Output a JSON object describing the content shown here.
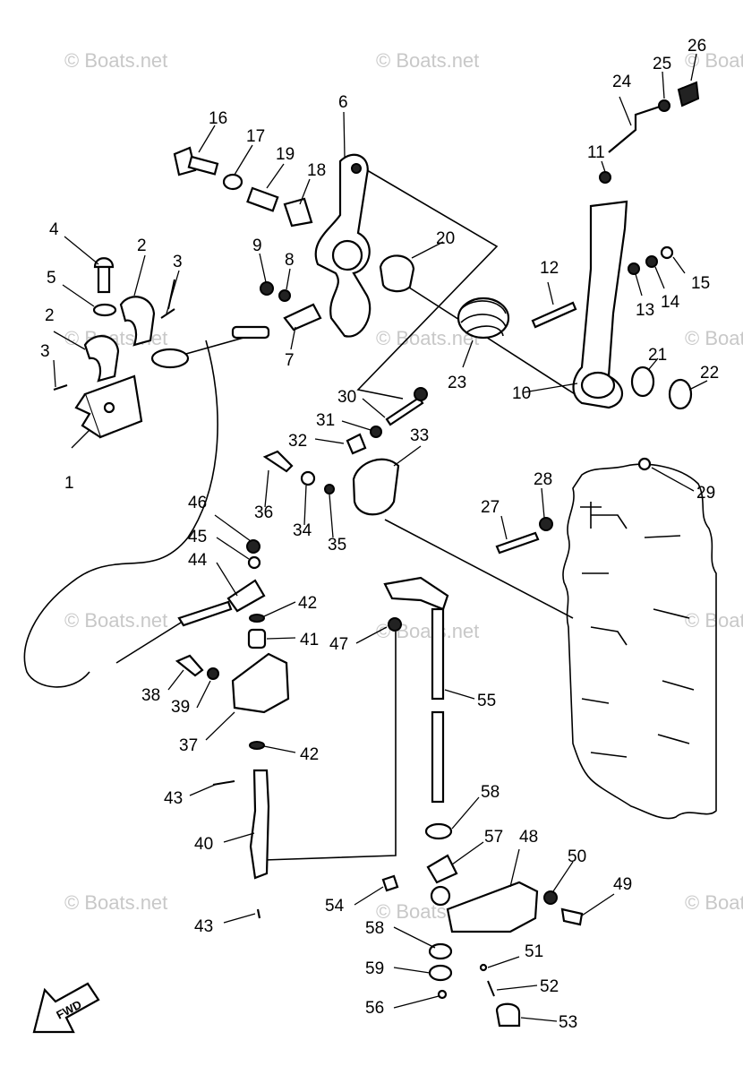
{
  "watermark": "© Boats.net",
  "fwd_label": "FWD",
  "callouts": {
    "p1": "1",
    "p2a": "2",
    "p2b": "2",
    "p3a": "3",
    "p3b": "3",
    "p4": "4",
    "p5": "5",
    "p6": "6",
    "p7": "7",
    "p8": "8",
    "p9": "9",
    "p10": "10",
    "p11": "11",
    "p12": "12",
    "p13": "13",
    "p14": "14",
    "p15": "15",
    "p16": "16",
    "p17": "17",
    "p18": "18",
    "p19": "19",
    "p20": "20",
    "p21": "21",
    "p22": "22",
    "p23": "23",
    "p24": "24",
    "p25": "25",
    "p26": "26",
    "p27": "27",
    "p28": "28",
    "p29": "29",
    "p30": "30",
    "p31": "31",
    "p32": "32",
    "p33": "33",
    "p34": "34",
    "p35": "35",
    "p36": "36",
    "p37": "37",
    "p38": "38",
    "p39": "39",
    "p40": "40",
    "p41": "41",
    "p42a": "42",
    "p42b": "42",
    "p43a": "43",
    "p43b": "43",
    "p44": "44",
    "p45": "45",
    "p46": "46",
    "p47": "47",
    "p48": "48",
    "p49": "49",
    "p50": "50",
    "p51": "51",
    "p52": "52",
    "p53": "53",
    "p54": "54",
    "p55": "55",
    "p56": "56",
    "p57": "57",
    "p58a": "58",
    "p58b": "58",
    "p59": "59"
  }
}
